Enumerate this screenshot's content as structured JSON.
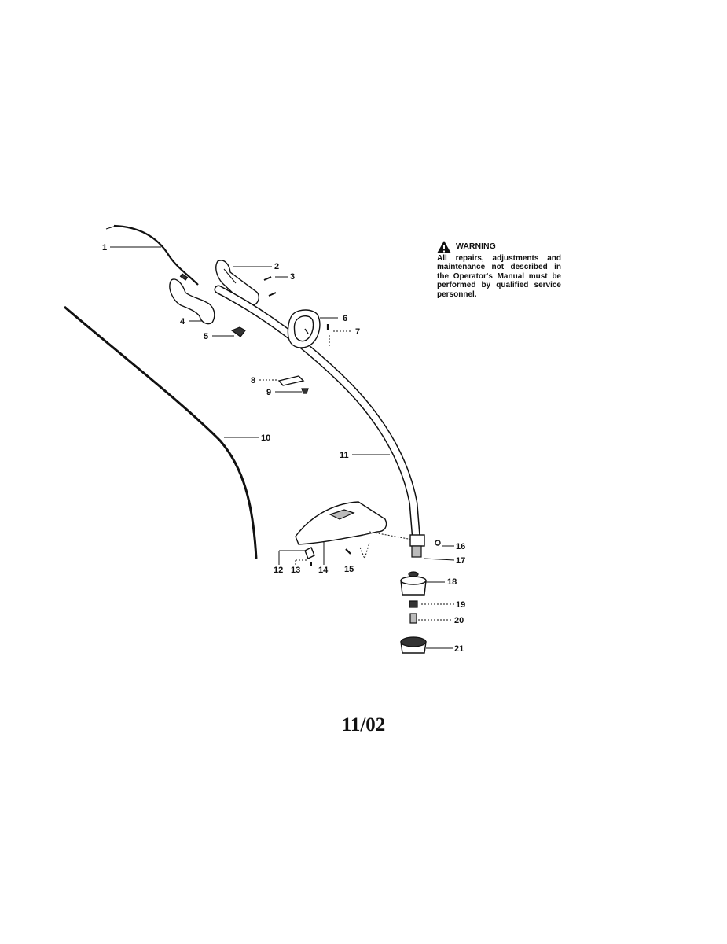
{
  "warning": {
    "icon": "warning-triangle-icon",
    "title": "WARNING",
    "text": "All repairs, adjustments and maintenance not described in the Operator's Manual must be performed by qualified service personnel."
  },
  "callouts": [
    "1",
    "2",
    "3",
    "4",
    "5",
    "6",
    "7",
    "8",
    "9",
    "10",
    "11",
    "12",
    "13",
    "14",
    "15",
    "16",
    "17",
    "18",
    "19",
    "20",
    "21"
  ],
  "revision": "11/02"
}
